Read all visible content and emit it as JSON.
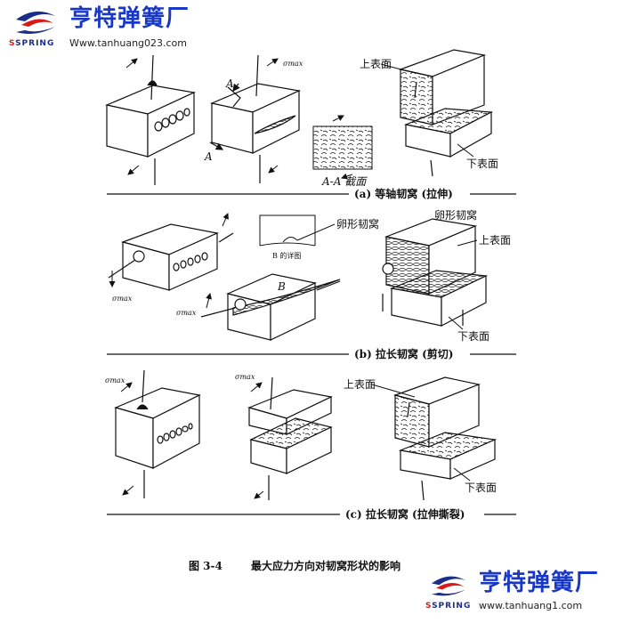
{
  "watermark": {
    "top": {
      "brand": "亨特弹簧厂",
      "logo_text": "SPRING",
      "url": "Www.tanhuang023.com"
    },
    "bottom": {
      "brand": "亨特弹簧厂",
      "logo_text": "SPRING",
      "url": "www.tanhuang1.com"
    },
    "colors": {
      "brand": "#1737c4",
      "logo_red": "#d41a1a",
      "logo_blue": "#1a2e8a"
    }
  },
  "panel_a": {
    "caption": "(a) 等轴韧窝 (拉伸)",
    "label_upper": "上表面",
    "label_lower": "下表面",
    "section_label": "A-A 截面",
    "section_mark": "A",
    "stress": "σmax"
  },
  "panel_b": {
    "caption": "(b) 拉长韧窝 (剪切)",
    "label_upper": "上表面",
    "label_lower": "下表面",
    "label_oval": "卵形韧窝",
    "label_oval_detail": "卵形韧窝",
    "detail_caption": "B 的详图",
    "block_mark": "B",
    "stress": "σmax"
  },
  "panel_c": {
    "caption": "(c) 拉长韧窝 (拉伸撕裂)",
    "label_upper": "上表面",
    "label_lower": "下表面",
    "stress": "σmax"
  },
  "figure": {
    "number": "图 3-4",
    "title": "最大应力方向对韧窝形状的影响"
  }
}
